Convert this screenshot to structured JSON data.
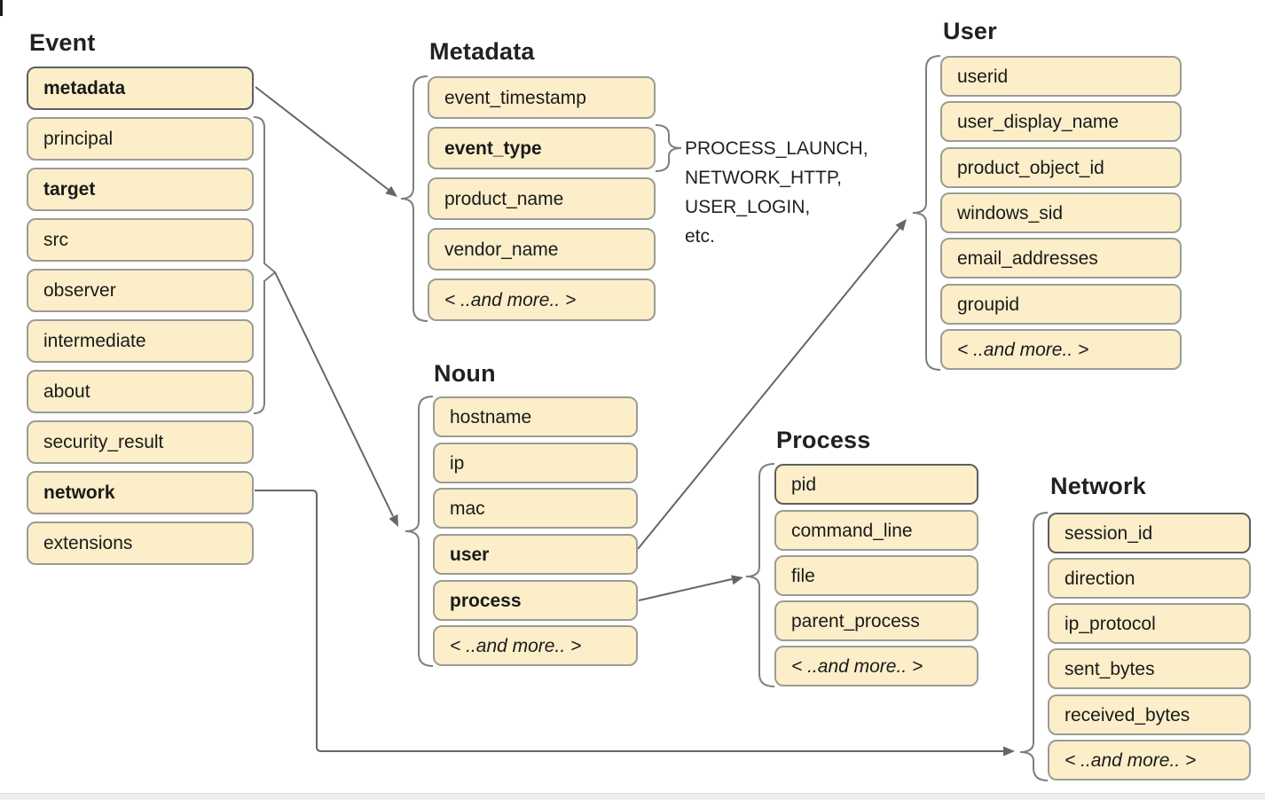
{
  "colors": {
    "box_fill": "#FBEEC9",
    "box_border": "#9C9C94",
    "box_border_dark": "#5F5F5F",
    "brace": "#7E7E7E",
    "connector": "#666666",
    "text": "#1A1A1A",
    "title": "#202124",
    "divider": "#D9DBDF",
    "divider_fill": "#ECEDEF"
  },
  "groups": {
    "event": {
      "title": "Event",
      "fields": [
        "metadata",
        "principal",
        "target",
        "src",
        "observer",
        "intermediate",
        "about",
        "security_result",
        "network",
        "extensions"
      ]
    },
    "metadata": {
      "title": "Metadata",
      "fields": [
        "event_timestamp",
        "event_type",
        "product_name",
        "vendor_name",
        "< ..and more.. >"
      ]
    },
    "noun": {
      "title": "Noun",
      "fields": [
        "hostname",
        "ip",
        "mac",
        "user",
        "process",
        "< ..and more.. >"
      ]
    },
    "user": {
      "title": "User",
      "fields": [
        "userid",
        "user_display_name",
        "product_object_id",
        "windows_sid",
        "email_addresses",
        "groupid",
        "< ..and more.. >"
      ]
    },
    "process": {
      "title": "Process",
      "fields": [
        "pid",
        "command_line",
        "file",
        "parent_process",
        "< ..and more.. >"
      ]
    },
    "network": {
      "title": "Network",
      "fields": [
        "session_id",
        "direction",
        "ip_protocol",
        "sent_bytes",
        "received_bytes",
        "< ..and more.. >"
      ]
    }
  },
  "annotation": {
    "lines": [
      "PROCESS_LAUNCH,",
      "NETWORK_HTTP,",
      "USER_LOGIN,",
      "etc."
    ]
  }
}
